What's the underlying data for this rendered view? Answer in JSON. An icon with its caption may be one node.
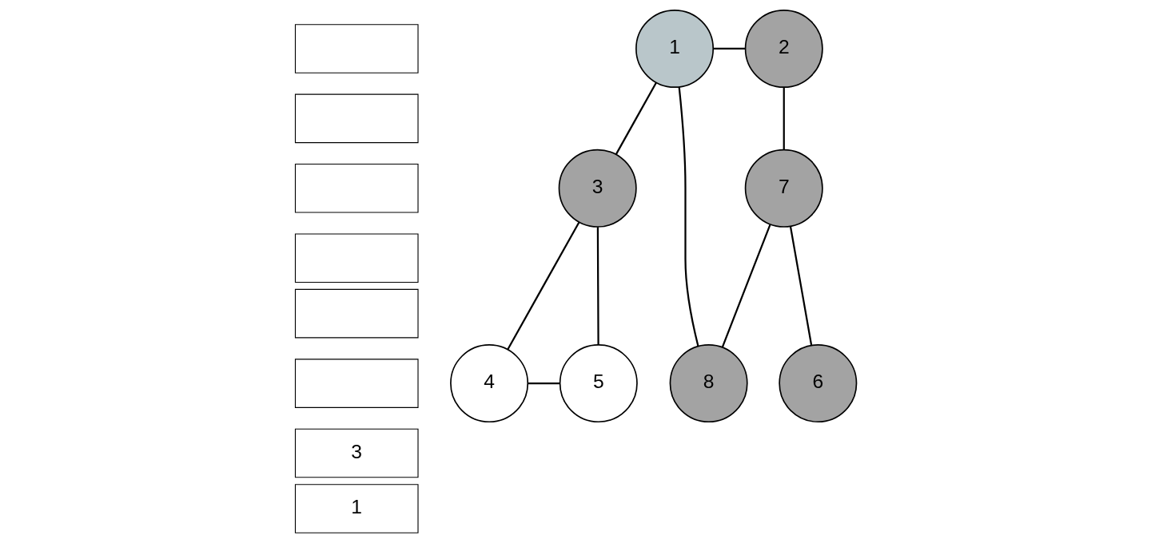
{
  "diagram": {
    "nodes": [
      {
        "text": [],
        "shape": "box"
      },
      {
        "text": [],
        "shape": "box"
      },
      {
        "text": [],
        "shape": "box"
      },
      {
        "text": [],
        "shape": "box"
      },
      {
        "text": [],
        "shape": "box"
      },
      {
        "text": [],
        "shape": "box"
      },
      {
        "text": [
          "3"
        ]
      },
      {
        "text": [
          "1"
        ]
      },
      {
        "text": [
          "1"
        ]
      },
      {
        "text": [
          "2"
        ]
      },
      {
        "text": [
          "3"
        ]
      },
      {
        "text": [
          "7"
        ]
      },
      {
        "text": [
          "4"
        ]
      },
      {
        "text": [
          "5"
        ]
      },
      {
        "text": [
          "8"
        ]
      },
      {
        "text": [
          "6"
        ]
      }
    ],
    "edges": [
      {
        "from": 8,
        "to": 9,
        "arrow": "none"
      },
      {
        "from": 8,
        "to": 10,
        "arrow": "none"
      },
      {
        "from": 8,
        "to": 14,
        "arrow": "none"
      },
      {
        "from": 9,
        "to": 11,
        "arrow": "none"
      },
      {
        "from": 10,
        "to": 12,
        "arrow": "none"
      },
      {
        "from": 10,
        "to": 13,
        "arrow": "none"
      },
      {
        "from": 12,
        "to": 13,
        "arrow": "none"
      },
      {
        "from": 11,
        "to": 14,
        "arrow": "none"
      },
      {
        "from": 11,
        "to": 15,
        "arrow": "none"
      }
    ]
  }
}
